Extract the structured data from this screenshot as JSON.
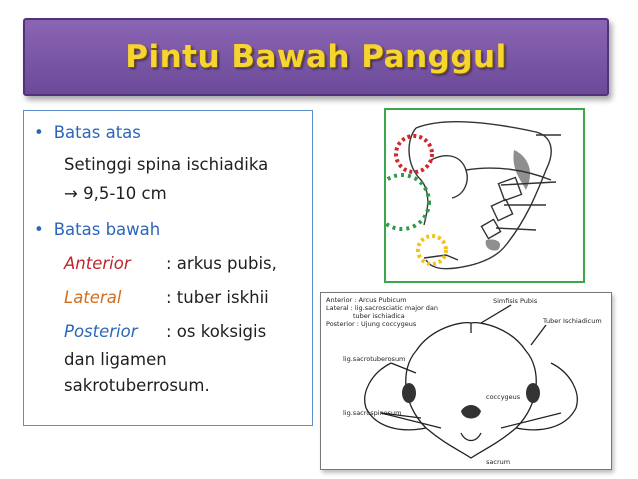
{
  "title": "Pintu Bawah Panggul",
  "left_panel": {
    "b1_label": "Batas atas",
    "b1_line1": "Setinggi spina ischiadika",
    "b1_arrow": "→",
    "b1_line2": " 9,5-10 cm",
    "b2_label": "Batas bawah",
    "anterior_term": "Anterior",
    "anterior_desc": ": arkus pubis,",
    "lateral_term": "Lateral",
    "lateral_desc": ": tuber iskhii",
    "posterior_term": "Posterior",
    "posterior_desc": ": os koksigis",
    "posterior_cont1": "dan ligamen",
    "posterior_cont2": "sakrotuberrosum."
  },
  "diagram": {
    "legend_anterior": "Anterior : Arcus Pubicum",
    "legend_lateral": "Lateral : lig.sacrosciatic major dan",
    "legend_lateral2": "tuber ischiadica",
    "legend_posterior": "Posterior : Ujung coccygeus",
    "label_simfisis": "Simfisis Pubis",
    "label_tuber": "Tuber Ischiadicum",
    "label_sacrotub": "lig.sacrotuberosum",
    "label_sacrospin": "lig.sacrospinosum",
    "label_coccygeus": "coccygeus",
    "label_sacrum": "sacrum"
  },
  "colors": {
    "banner": "#7a57a8",
    "title_text": "#f6d531",
    "bullet_blue": "#2b66b8",
    "anterior_red": "#c0262d",
    "lateral_orange": "#d46b1a",
    "posterior_blue": "#2b66b8",
    "circle_red": "#d0262d",
    "circle_green": "#2f9a4a",
    "circle_yellow": "#f2c21a"
  }
}
